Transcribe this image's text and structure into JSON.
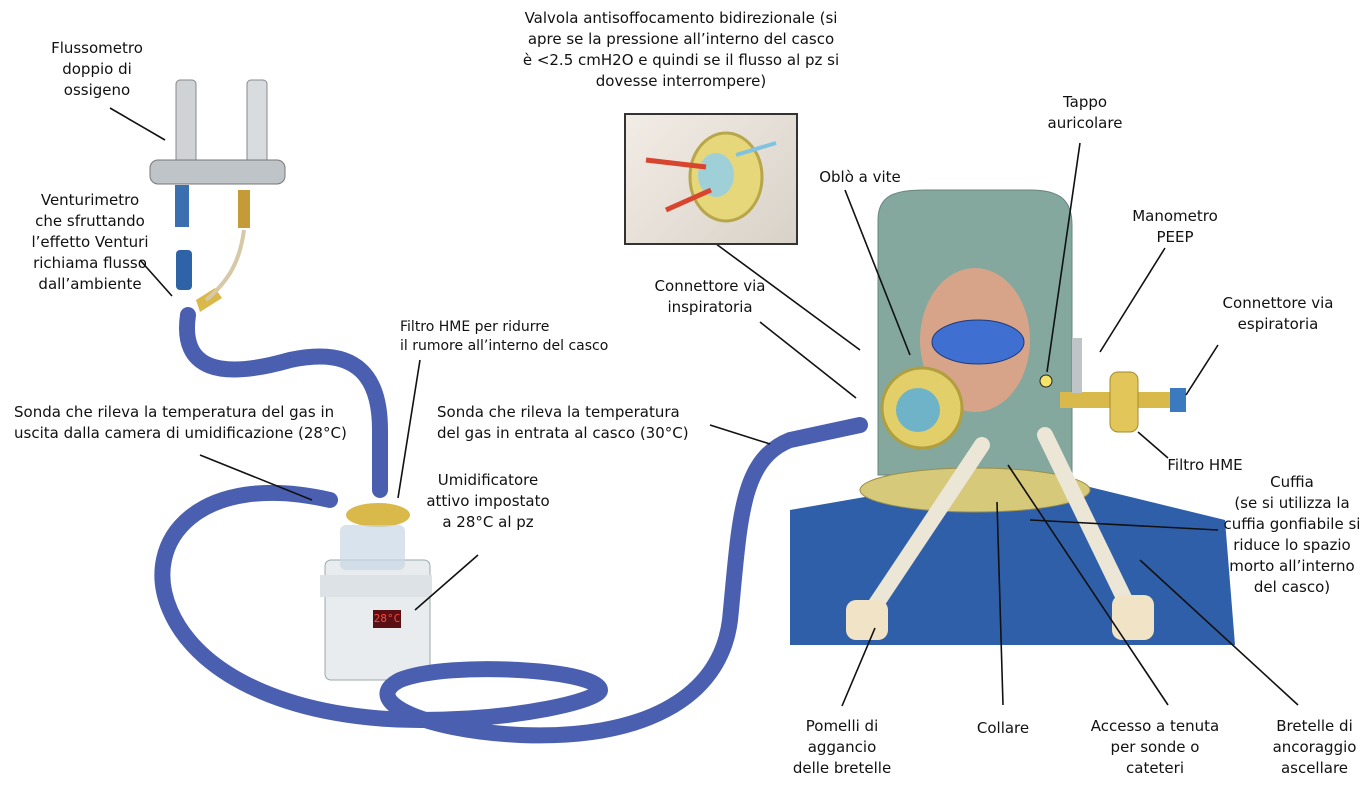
{
  "labels": {
    "flussometro": [
      "Flussometro",
      "doppio di",
      "ossigeno"
    ],
    "venturimetro": [
      "Venturimetro",
      "che sfruttando",
      "l’effetto Venturi",
      "richiama flusso",
      "dall’ambiente"
    ],
    "filtro_hme_top": [
      "Filtro HME per ridurre",
      "il rumore all’interno del casco"
    ],
    "sonda_uscita": [
      "Sonda che rileva la temperatura del gas in",
      "uscita dalla camera di umidificazione (28°C)"
    ],
    "sonda_entrata": [
      "Sonda che rileva la temperatura",
      "del gas in entrata al casco (30°C)"
    ],
    "umidificatore": [
      "Umidificatore",
      "attivo impostato",
      "a 28°C al pz"
    ],
    "valvola": [
      "Valvola antisoffocamento bidirezionale (si",
      "apre se la pressione all’interno del casco",
      "è <2.5 cmH2O e quindi se il flusso al pz si",
      "dovesse interrompere)"
    ],
    "tappo": [
      "Tappo",
      "auricolare"
    ],
    "oblo": [
      "Oblò a vite"
    ],
    "manometro": [
      "Manometro",
      "PEEP"
    ],
    "conn_inspiratoria": [
      "Connettore via",
      "inspiratoria"
    ],
    "conn_espiratoria": [
      "Connettore via",
      "espiratoria"
    ],
    "filtro_hme_right": [
      "Filtro HME"
    ],
    "cuffia": [
      "Cuffia",
      "(se si utilizza la",
      "cuffia gonfiabile si",
      "riduce lo spazio",
      "morto all’interno",
      "del casco)"
    ],
    "pomelli": [
      "Pomelli di",
      "aggancio",
      "delle bretelle"
    ],
    "collare": [
      "Collare"
    ],
    "accesso": [
      "Accesso a tenuta",
      "per sonde o",
      "cateteri"
    ],
    "bretelle": [
      "Bretelle di",
      "ancoraggio",
      "ascellare"
    ]
  },
  "device": {
    "display_value": "28°C"
  },
  "colors": {
    "tube": "#4a5fb0",
    "helmet": "#6f9a8e",
    "shirt": "#2f5fa8",
    "brass": "#d9b94a",
    "face_mask": "#3f6fd1"
  }
}
